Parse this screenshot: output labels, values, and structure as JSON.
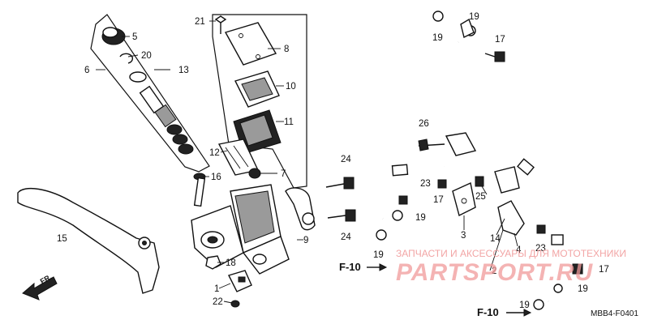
{
  "callouts": {
    "c1": "1",
    "c2": "2",
    "c3": "3",
    "c4": "4",
    "c5": "5",
    "c6": "6",
    "c7": "7",
    "c8": "8",
    "c9": "9",
    "c10": "10",
    "c11": "11",
    "c12": "12",
    "c13": "13",
    "c14": "14",
    "c15": "15",
    "c16": "16",
    "c17": "17",
    "c18": "18",
    "c19": "19",
    "c20": "20",
    "c21": "21",
    "c22": "22",
    "c23": "23",
    "c24": "24",
    "c25": "25",
    "c26": "26"
  },
  "refs": {
    "f10_a": "F-10",
    "f10_b": "F-10"
  },
  "direction": {
    "front": "FR."
  },
  "diagram_code": "MBB4-F0401",
  "watermark": {
    "top_text": "ЗАПЧАСТИ И АКСЕССУАРЫ ДЛЯ МОТОТЕХНИКИ",
    "brand_text": "PARTSPORT.RU",
    "color": "#f09a9a"
  }
}
